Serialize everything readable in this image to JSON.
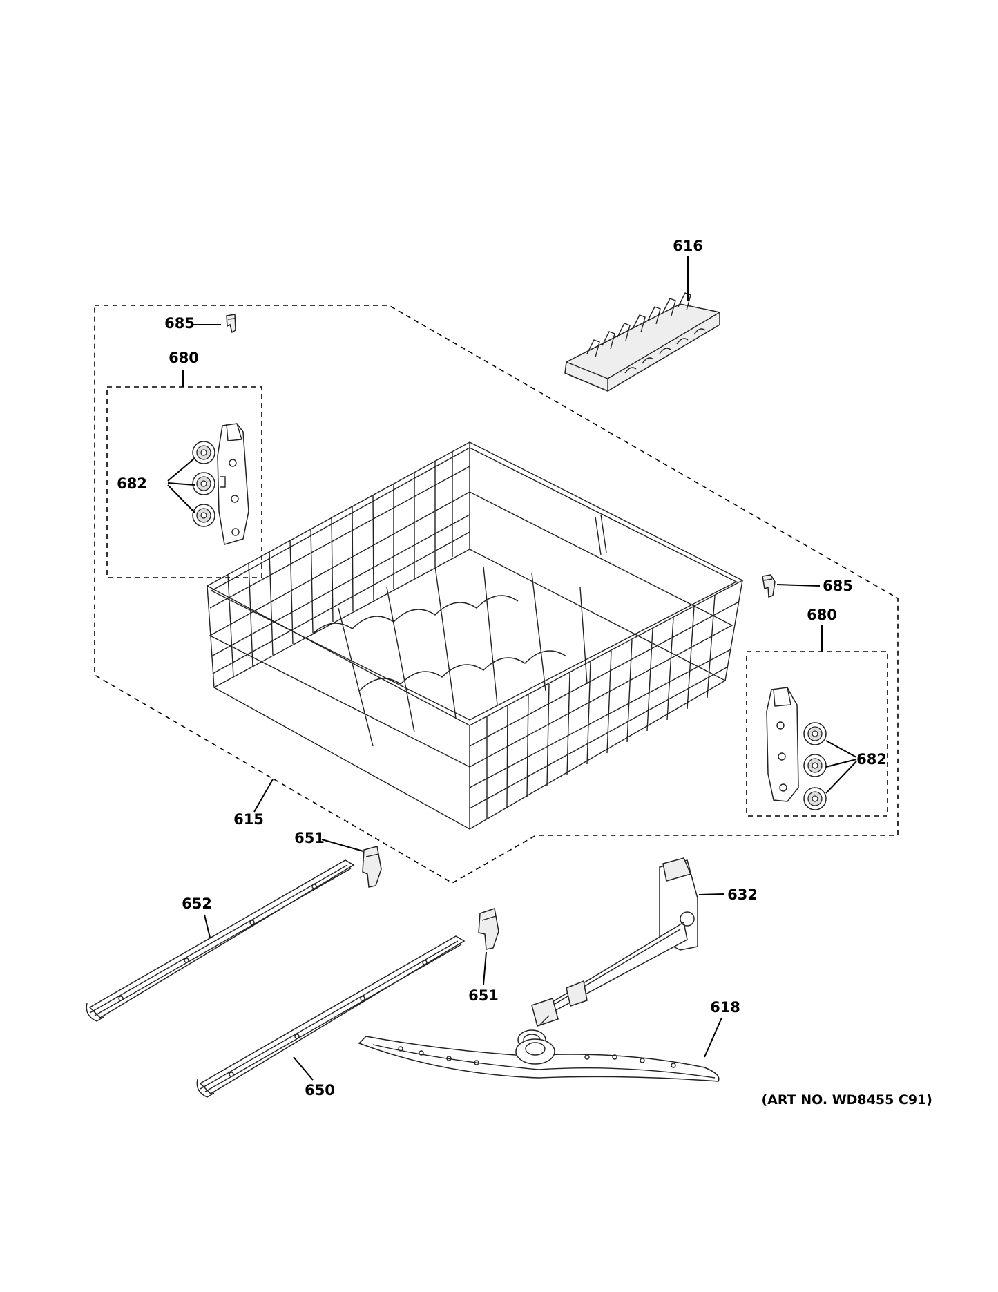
{
  "labels": {
    "p616": "616",
    "p685_left": "685",
    "p680_left": "680",
    "p682_left": "682",
    "p685_right": "685",
    "p680_right": "680",
    "p682_right": "682",
    "p615": "615",
    "p651_top": "651",
    "p652": "652",
    "p651_bottom": "651",
    "p632": "632",
    "p618": "618",
    "p650": "650"
  },
  "art_number": "(ART NO. WD8455 C91)"
}
